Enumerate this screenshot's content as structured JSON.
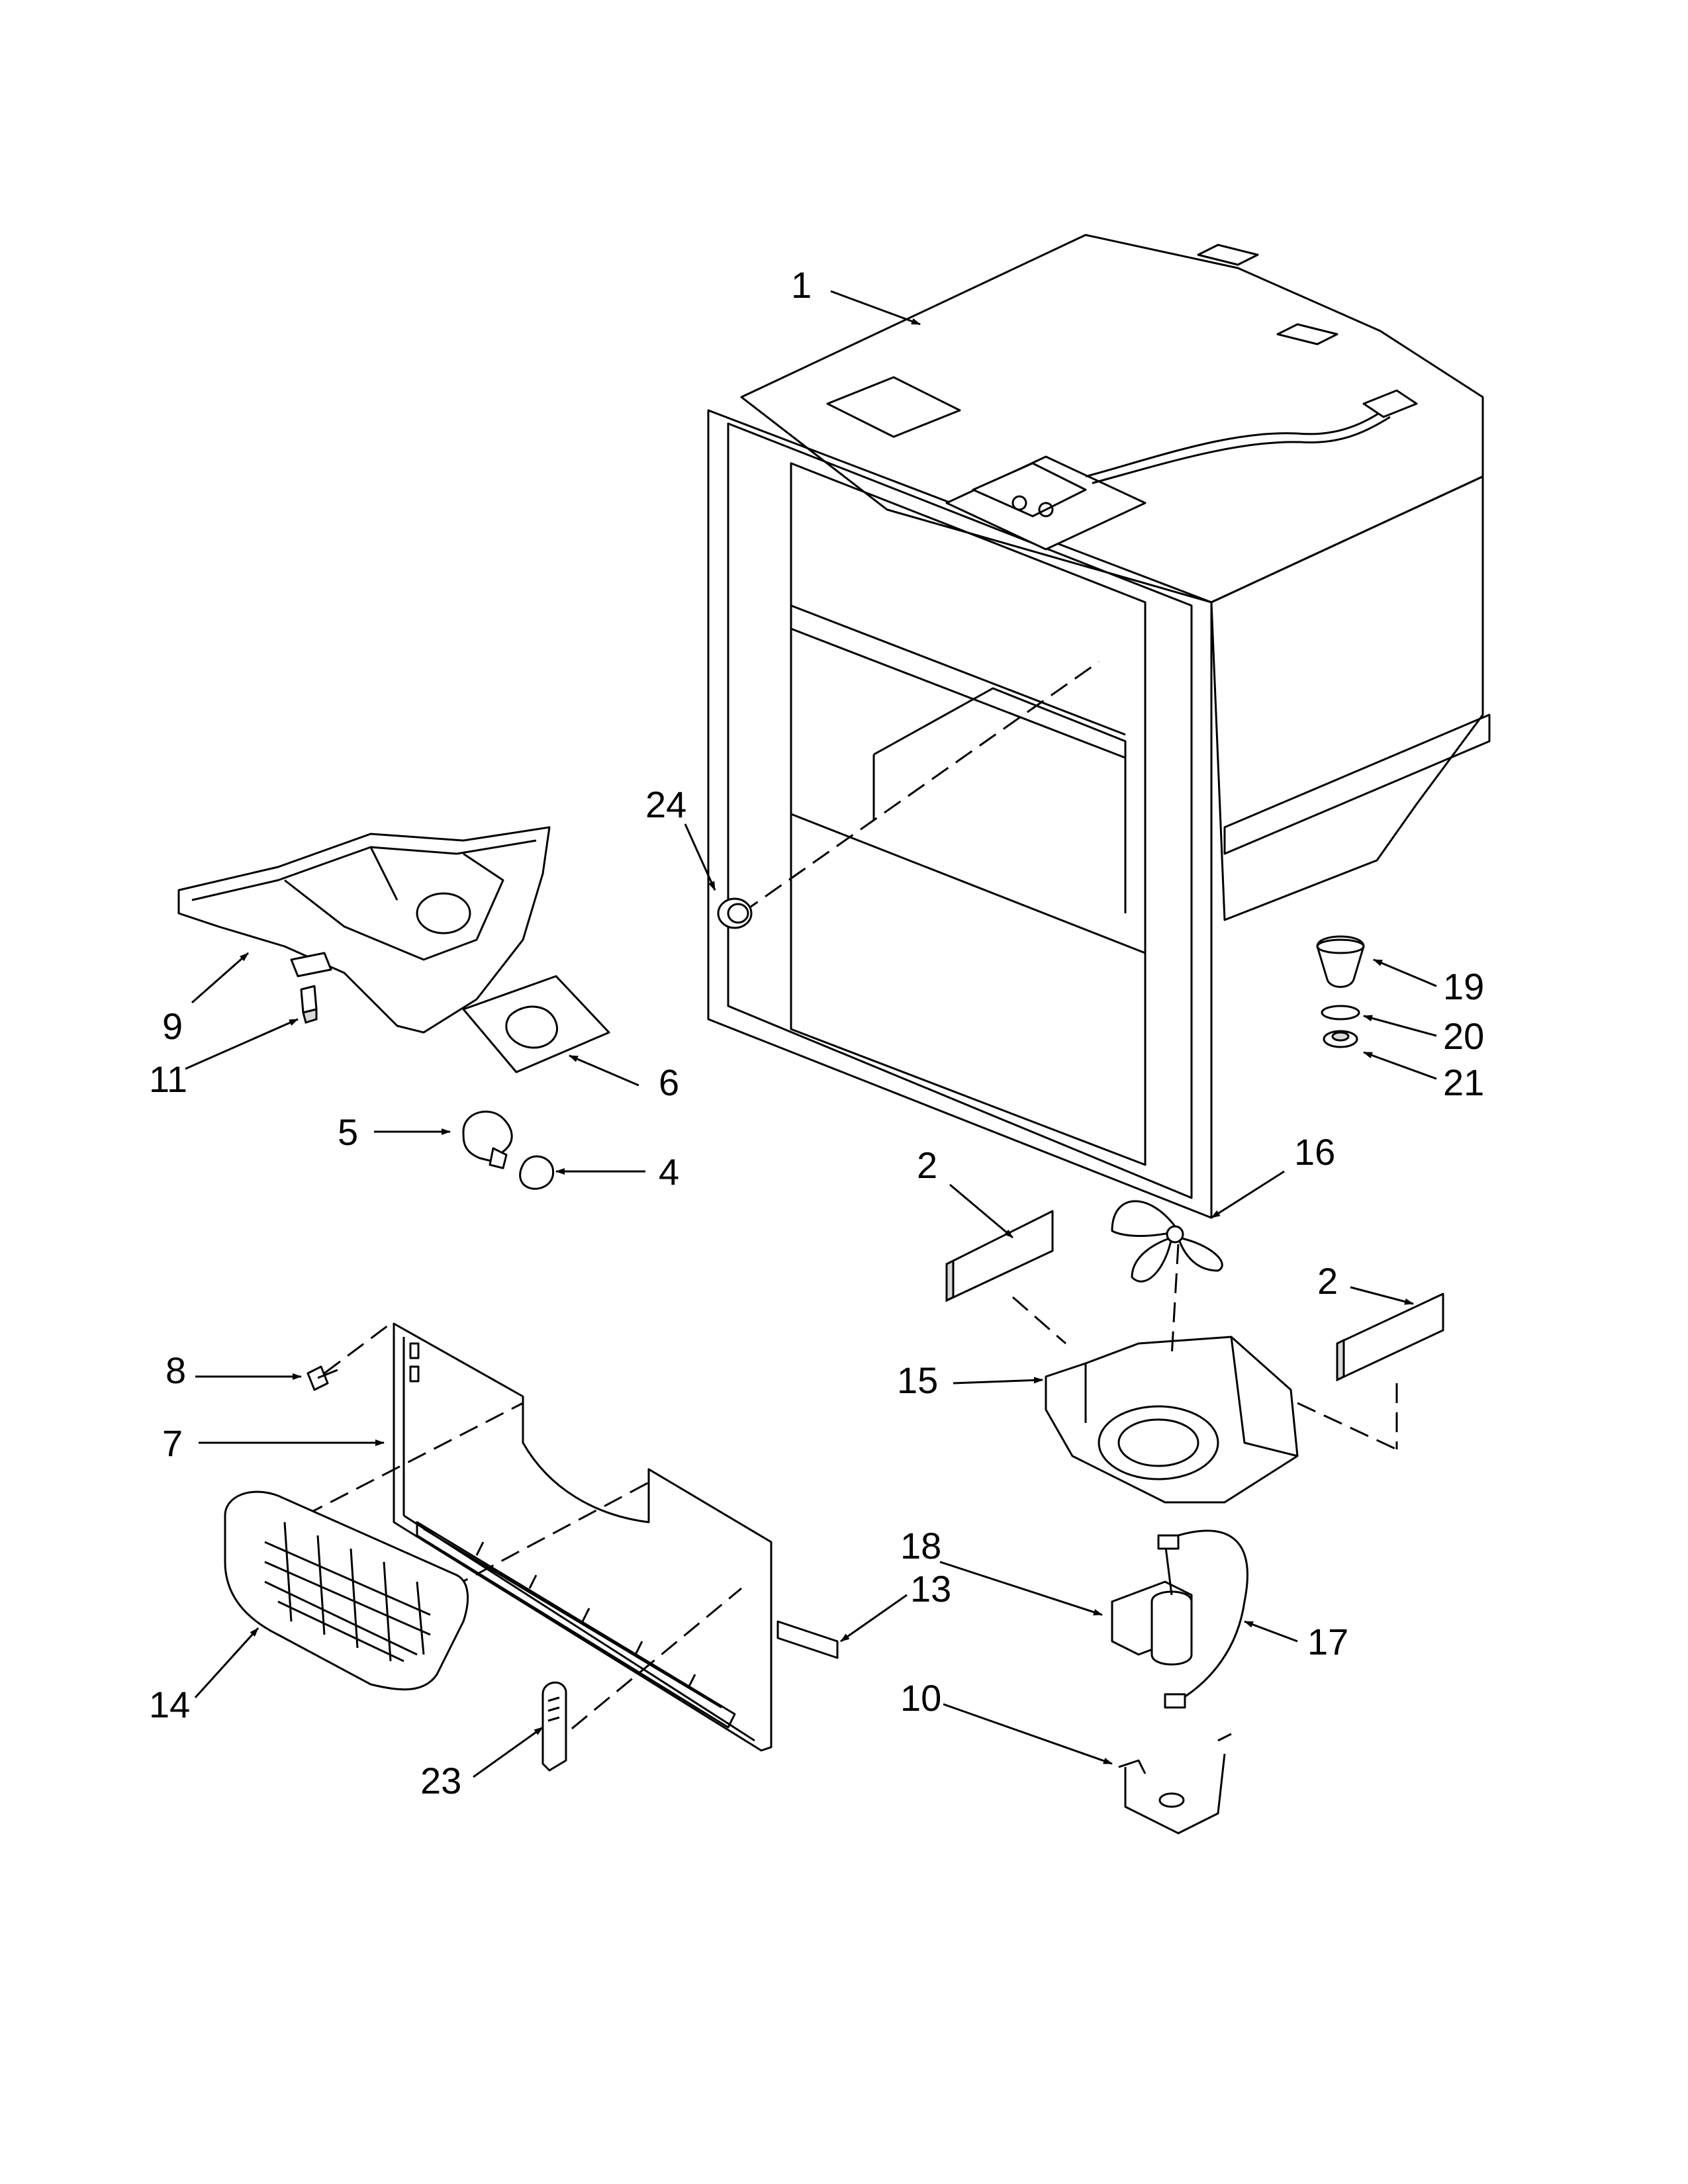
{
  "labels": {
    "l1": "1",
    "l2a": "2",
    "l2b": "2",
    "l4": "4",
    "l5": "5",
    "l6": "6",
    "l7": "7",
    "l8": "8",
    "l9": "9",
    "l10": "10",
    "l11": "11",
    "l13": "13",
    "l14": "14",
    "l15": "15",
    "l16": "16",
    "l17": "17",
    "l18": "18",
    "l19": "19",
    "l20": "20",
    "l21": "21",
    "l23": "23",
    "l24": "24"
  }
}
